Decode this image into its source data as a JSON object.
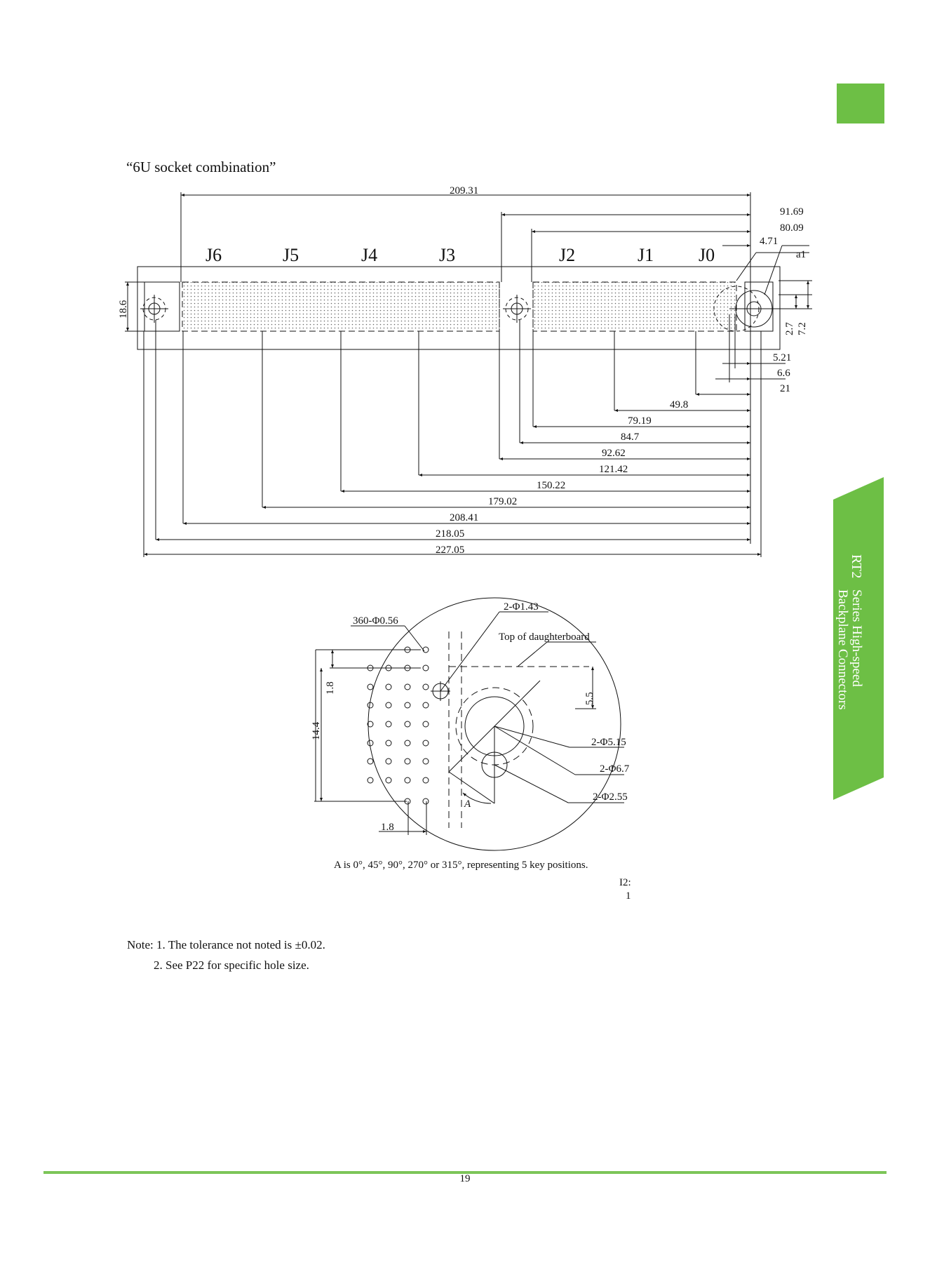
{
  "side_tab": {
    "series": "RT2",
    "line1": "Series High-speed",
    "line2": "Backplane Connectors",
    "color": "#6dbf45"
  },
  "section_title": "“6U socket combination”",
  "top_drawing": {
    "connector_labels": [
      "J6",
      "J5",
      "J4",
      "J3",
      "J2",
      "J1",
      "J0"
    ],
    "dims_top": [
      "209.31",
      "91.69",
      "80.09",
      "4.71",
      "a1"
    ],
    "dims_side": [
      "18.6",
      "2.7",
      "7.2"
    ],
    "dims_right": [
      "5.21",
      "6.6",
      "21"
    ],
    "dims_bottom": [
      "49.8",
      "79.19",
      "84.7",
      "92.62",
      "121.42",
      "150.22",
      "179.02",
      "208.41",
      "218.05",
      "227.05"
    ]
  },
  "detail_drawing": {
    "labels": [
      "2-Φ1.43",
      "360-Φ0.56",
      "Top of daughterboard",
      "1.8",
      "14.4",
      "5.5",
      "2-Φ5.15",
      "2-Φ6.7",
      "2-Φ2.55",
      "1.8",
      "A"
    ],
    "caption": "A is 0°, 45°, 90°, 270° or 315°, representing 5 key positions.",
    "scale_label": "I2:",
    "scale_value": "1"
  },
  "notes": {
    "line1": "Note: 1. The tolerance not noted is ±0.02.",
    "line2": "2. See P22 for specific hole size."
  },
  "page_number": "19",
  "colors": {
    "accent": "#6dbf45",
    "footer_line": "#7cc558"
  }
}
